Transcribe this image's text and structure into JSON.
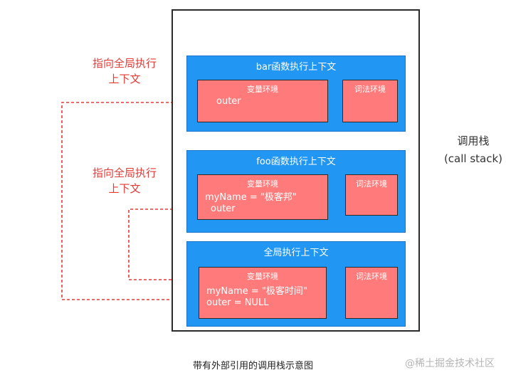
{
  "stack_label": {
    "line1": "调用栈",
    "line2": "(call stack)"
  },
  "frames": {
    "bar": {
      "title": "bar函数执行上下文",
      "variable_env": {
        "title": "变量环境",
        "vars": [
          "outer"
        ]
      },
      "lexical_env": {
        "title": "词法环境"
      }
    },
    "foo": {
      "title": "foo函数执行上下文",
      "variable_env": {
        "title": "变量环境",
        "vars": [
          "myName = \"极客邦\"",
          "outer"
        ]
      },
      "lexical_env": {
        "title": "词法环境"
      }
    },
    "global": {
      "title": "全局执行上下文",
      "variable_env": {
        "title": "变量环境",
        "vars": [
          "myName = \"极客时间\"",
          "outer = NULL"
        ]
      },
      "lexical_env": {
        "title": "词法环境"
      }
    }
  },
  "annotations": [
    {
      "line1": "指向全局执行",
      "line2": "上下文"
    },
    {
      "line1": "指向全局执行",
      "line2": "上下文"
    }
  ],
  "colors": {
    "frame": "#2196f3",
    "env_box": "#ff7b7b",
    "arrow": "#e53935"
  },
  "caption": "带有外部引用的调用栈示意图",
  "watermark": "@稀土掘金技术社区"
}
